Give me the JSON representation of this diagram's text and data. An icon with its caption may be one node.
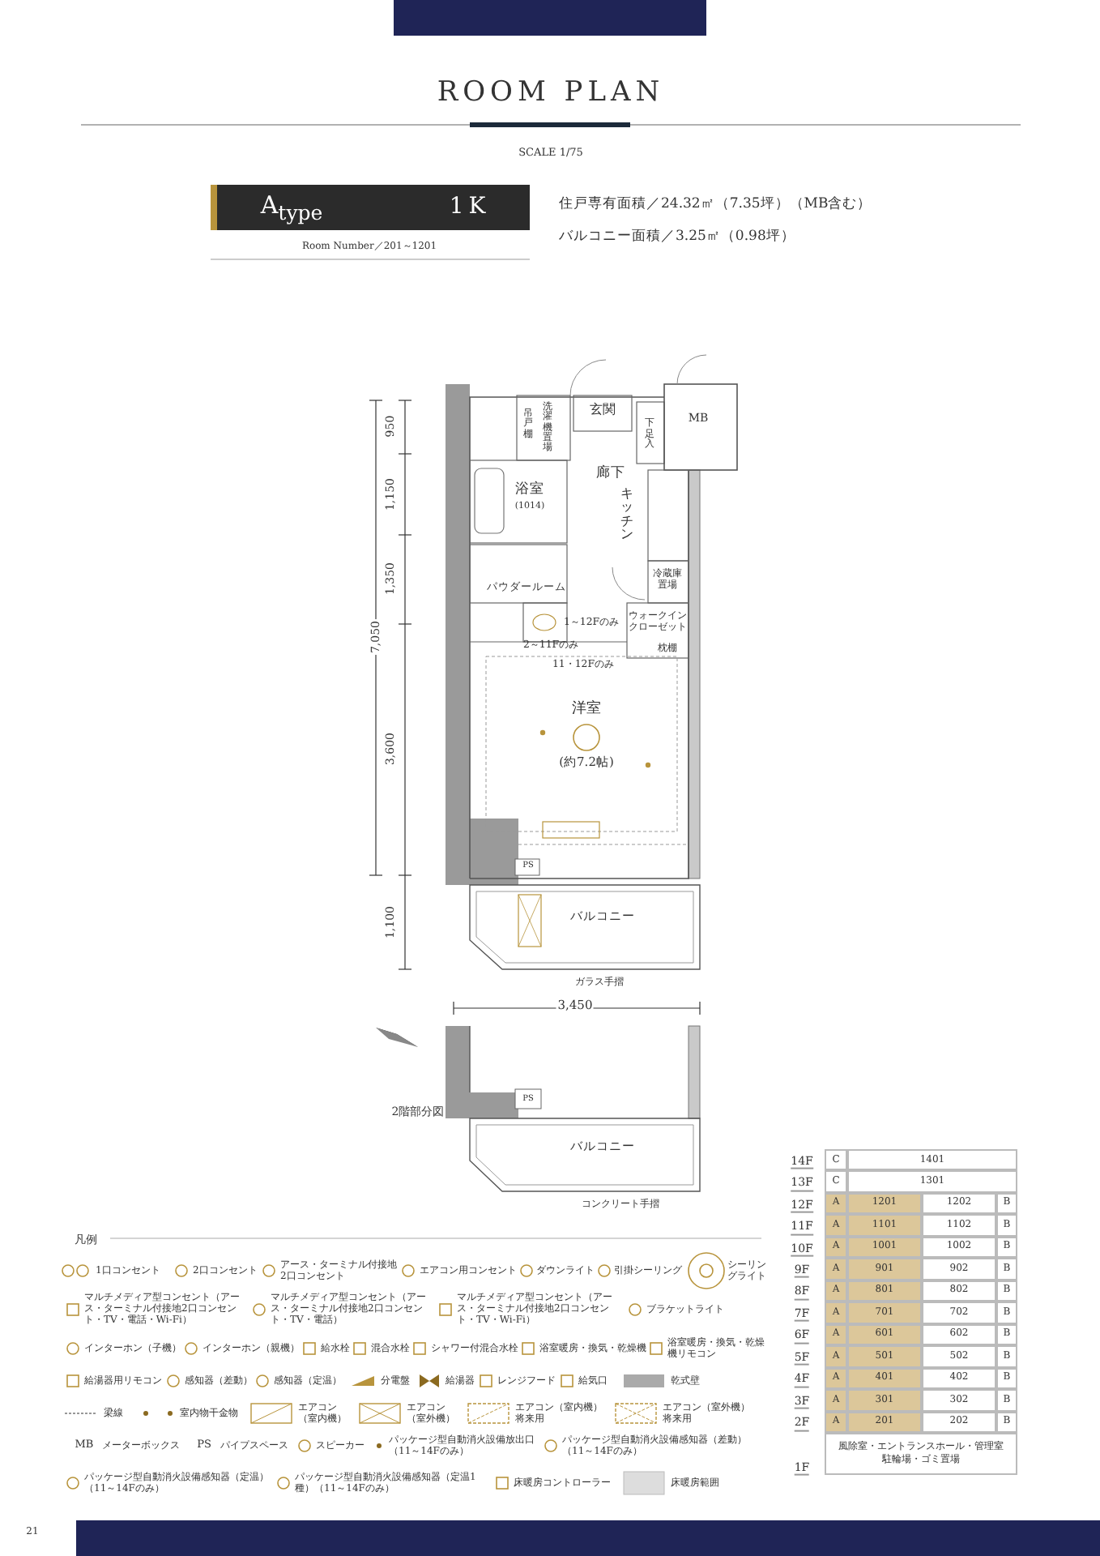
{
  "diagram": {
    "title": "ROOM PLAN",
    "labels": [
      "SCALE 1/75",
      "A$_{type}$",
      "1K",
      "Room Number／201～1201",
      "住戸専有面積／24.32㎡（7.35坪）（MB含む）",
      "バルコニー面積／3.25㎡（0.98坪）",
      "950",
      "1,150",
      "1,350",
      "7,050",
      "3,600",
      "1,100",
      "吊戸棚",
      "洗濯機置場",
      "玄関",
      "下足入",
      "MB",
      "廊下",
      "浴室",
      "(1014)",
      "キッチン",
      "冷蔵庫置場",
      "パウダールーム",
      "ウォークインクローゼット",
      "枕棚",
      "1～12Fのみ",
      "2～11Fのみ",
      "11・12Fのみ",
      "洋室",
      "(約7.2帖)",
      "PS",
      "バルコニー",
      "ガラス手摺",
      "3,450",
      "2階部分図",
      "PS",
      "バルコニー",
      "コンクリート手摺",
      "凡例",
      "MB",
      "PS",
      "14F",
      "C",
      "1401",
      "13F",
      "C",
      "1301",
      "12F",
      "A",
      "1201",
      "1202",
      "B",
      "11F",
      "A",
      "1101",
      "1102",
      "B",
      "10F",
      "A",
      "1001",
      "1002",
      "B",
      "9F",
      "A",
      "901",
      "902",
      "B",
      "8F",
      "A",
      "801",
      "802",
      "B",
      "7F",
      "A",
      "701",
      "702",
      "B",
      "6F",
      "A",
      "601",
      "602",
      "B",
      "5F",
      "A",
      "501",
      "502",
      "B",
      "4F",
      "A",
      "401",
      "402",
      "B",
      "3F",
      "A",
      "301",
      "302",
      "B",
      "2F",
      "A",
      "201",
      "202",
      "B",
      "1F",
      "風除室・エントランスホール・管理室駐輪場・ゴミ置場",
      "21"
    ],
    "legend": [
      {
        "text": "1口コンセント"
      },
      {
        "text": "2口コンセント"
      },
      {
        "text": "アース・ターミナル付接地2口コンセント"
      },
      {
        "text": "エアコン用コンセント"
      },
      {
        "text": "ダウンライト"
      },
      {
        "text": "引掛シーリング"
      },
      {
        "text": "シーリングライト"
      },
      {
        "text": "マルチメディア型コンセント（アース・ターミナル付接地2口コンセント・TV・電話・Wi-Fi）"
      },
      {
        "text": "マルチメディア型コンセント（アース・ターミナル付接地2口コンセント・TV・電話）"
      },
      {
        "text": "マルチメディア型コンセント（アース・ターミナル付接地2口コンセント・TV・Wi-Fi）"
      },
      {
        "text": "ブラケットライト"
      },
      {
        "text": "インターホン（子機）"
      },
      {
        "text": "インターホン（親機）"
      },
      {
        "text": "給水栓"
      },
      {
        "text": "混合水栓"
      },
      {
        "text": "シャワー付混合水栓"
      },
      {
        "text": "浴室暖房・換気・乾燥機"
      },
      {
        "text": "浴室暖房・換気・乾燥機リモコン"
      },
      {
        "text": "給湯器用リモコン"
      },
      {
        "text": "感知器（差動）"
      },
      {
        "text": "感知器（定温）"
      },
      {
        "text": "分電盤"
      },
      {
        "text": "給湯器"
      },
      {
        "text": "レンジフード"
      },
      {
        "text": "給気口"
      },
      {
        "text": "乾式壁"
      },
      {
        "text": "梁線"
      },
      {
        "text": "室内物干金物"
      },
      {
        "text": "エアコン（室内機）"
      },
      {
        "text": "エアコン（室外機）"
      },
      {
        "text": "エアコン（室内機）将来用"
      },
      {
        "text": "エアコン（室外機）将来用"
      },
      {
        "text": "メーターボックス"
      },
      {
        "text": "パイプスペース"
      },
      {
        "text": "スピーカー"
      },
      {
        "text": "パッケージ型自動消火設備放出口（11～14Fのみ）"
      },
      {
        "text": "パッケージ型自動消火設備感知器（差動）（11～14Fのみ）"
      },
      {
        "text": "パッケージ型自動消火設備感知器（定温）（11～14Fのみ）"
      },
      {
        "text": "パッケージ型自動消火設備感知器（定温1種）（11～14Fのみ）"
      },
      {
        "text": "床暖房コントローラー"
      },
      {
        "text": "床暖房範囲"
      }
    ]
  }
}
